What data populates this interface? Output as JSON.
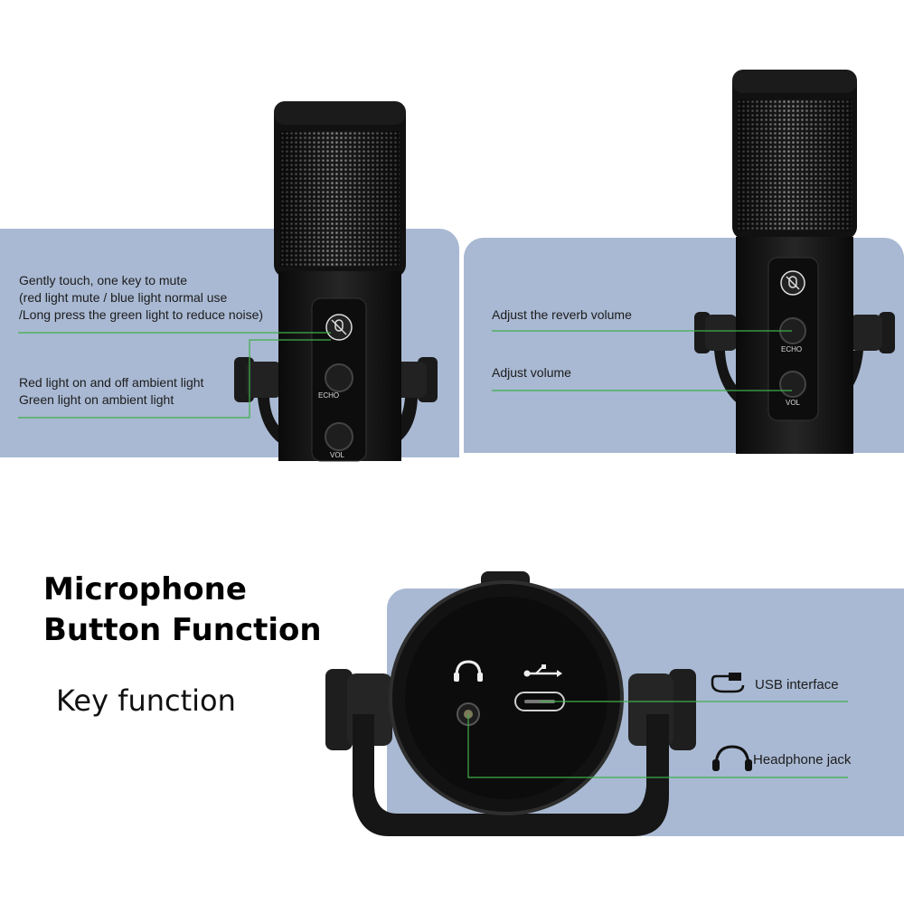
{
  "panel_top_left": {
    "mute_text": [
      "Gently touch, one key to mute",
      "(red light mute / blue light normal use",
      "/Long press the green light to reduce noise)"
    ],
    "light_text": [
      "Red light on and off ambient light",
      "Green light on ambient light"
    ],
    "button_labels": {
      "echo": "ECHO",
      "vol": "VOL"
    }
  },
  "panel_top_right": {
    "reverb_label": "Adjust the reverb volume",
    "volume_label": "Adjust volume",
    "button_labels": {
      "echo": "ECHO",
      "vol": "VOL"
    }
  },
  "bottom": {
    "heading_line1": "Microphone",
    "heading_line2": "Button Function",
    "subheading": "Key function",
    "usb_label": "USB interface",
    "headphone_label": "Headphone jack",
    "icons": [
      "usb-icon",
      "headphone-icon",
      "usb-cable-icon"
    ]
  },
  "colors": {
    "panel": "#a9b9d3",
    "callout_line": "#3fae4a",
    "mic_body": "#151515"
  }
}
